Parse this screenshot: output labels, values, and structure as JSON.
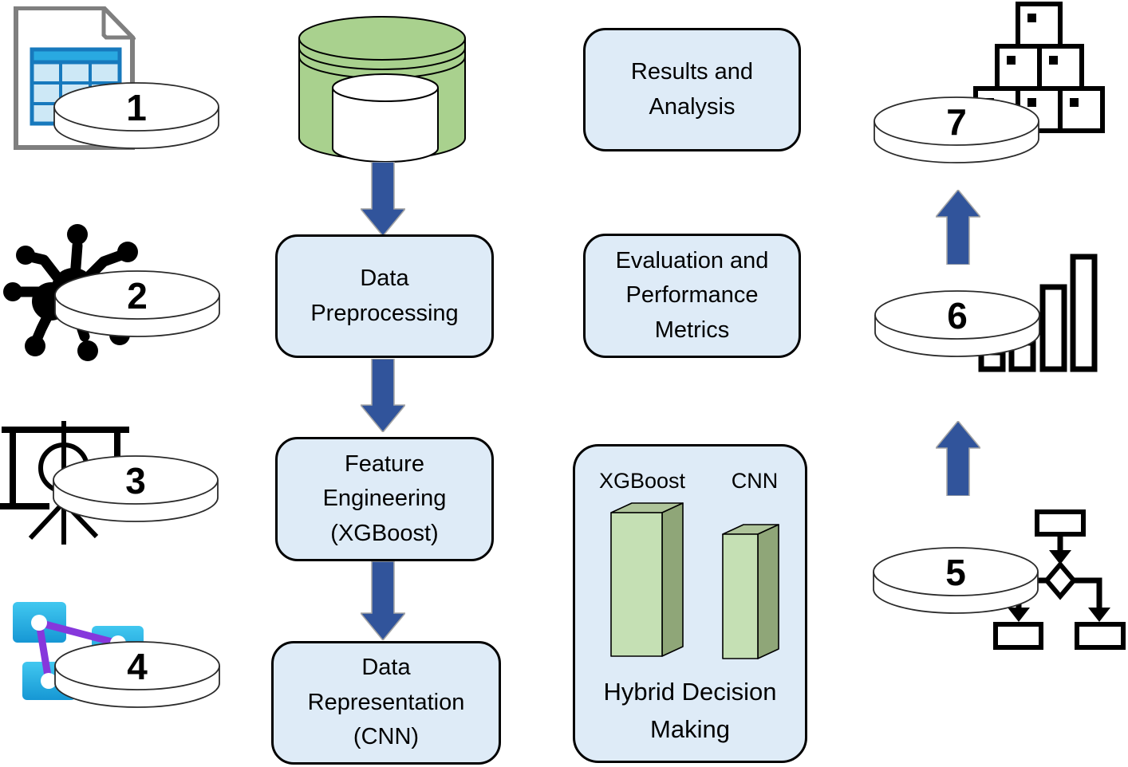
{
  "diagram": {
    "description": "Machine learning methodology pipeline diagram"
  },
  "steps": [
    {
      "number": "1",
      "icon": "spreadsheet-document"
    },
    {
      "number": "2",
      "icon": "connected-nodes"
    },
    {
      "number": "3",
      "icon": "projector-screen"
    },
    {
      "number": "4",
      "icon": "linked-network-rectangles"
    },
    {
      "number": "5",
      "icon": "flowchart"
    },
    {
      "number": "6",
      "icon": "bar-chart"
    },
    {
      "number": "7",
      "icon": "stacked-boxes"
    }
  ],
  "pipeline": {
    "preprocessing": "Data\nPreprocessing",
    "feature_engineering": "Feature\nEngineering\n(XGBoost)",
    "representation": "Data\nRepresentation\n(CNN)"
  },
  "outputs": {
    "results": "Results and\nAnalysis",
    "evaluation": "Evaluation and\nPerformance\nMetrics"
  },
  "hybrid": {
    "caption": "Hybrid Decision\nMaking",
    "bars": [
      {
        "label": "XGBoost",
        "relative_height": "tall"
      },
      {
        "label": "CNN",
        "relative_height": "short"
      }
    ]
  },
  "colors": {
    "arrow_blue": "#31549B",
    "box_fill": "#DEEBF7",
    "database_green": "#A9D18E",
    "bar_front_green": "#C5E0B4",
    "bar_top_green": "#AEC49A",
    "bar_side_green": "#8FA678",
    "cyan_node": "#2BB7E8",
    "purple_link": "#8637DC"
  }
}
